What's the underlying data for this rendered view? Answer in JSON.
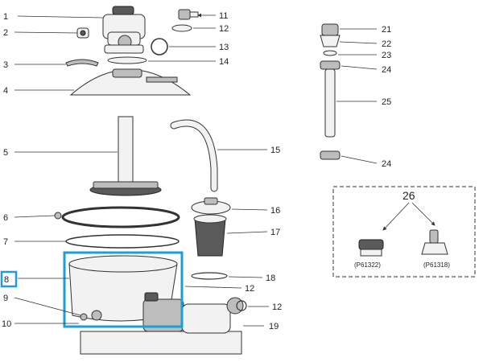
{
  "callouts": [
    "1",
    "2",
    "3",
    "4",
    "5",
    "6",
    "7",
    "8",
    "9",
    "10",
    "11",
    "12",
    "13",
    "14",
    "15",
    "16",
    "17",
    "18",
    "12",
    "12",
    "19",
    "21",
    "22",
    "23",
    "24",
    "25",
    "24"
  ],
  "accessory": {
    "number": "26",
    "left_code": "(P61322)",
    "right_code": "(P61318)"
  },
  "highlight": {
    "color": "#1a9fd8",
    "part": "8"
  }
}
